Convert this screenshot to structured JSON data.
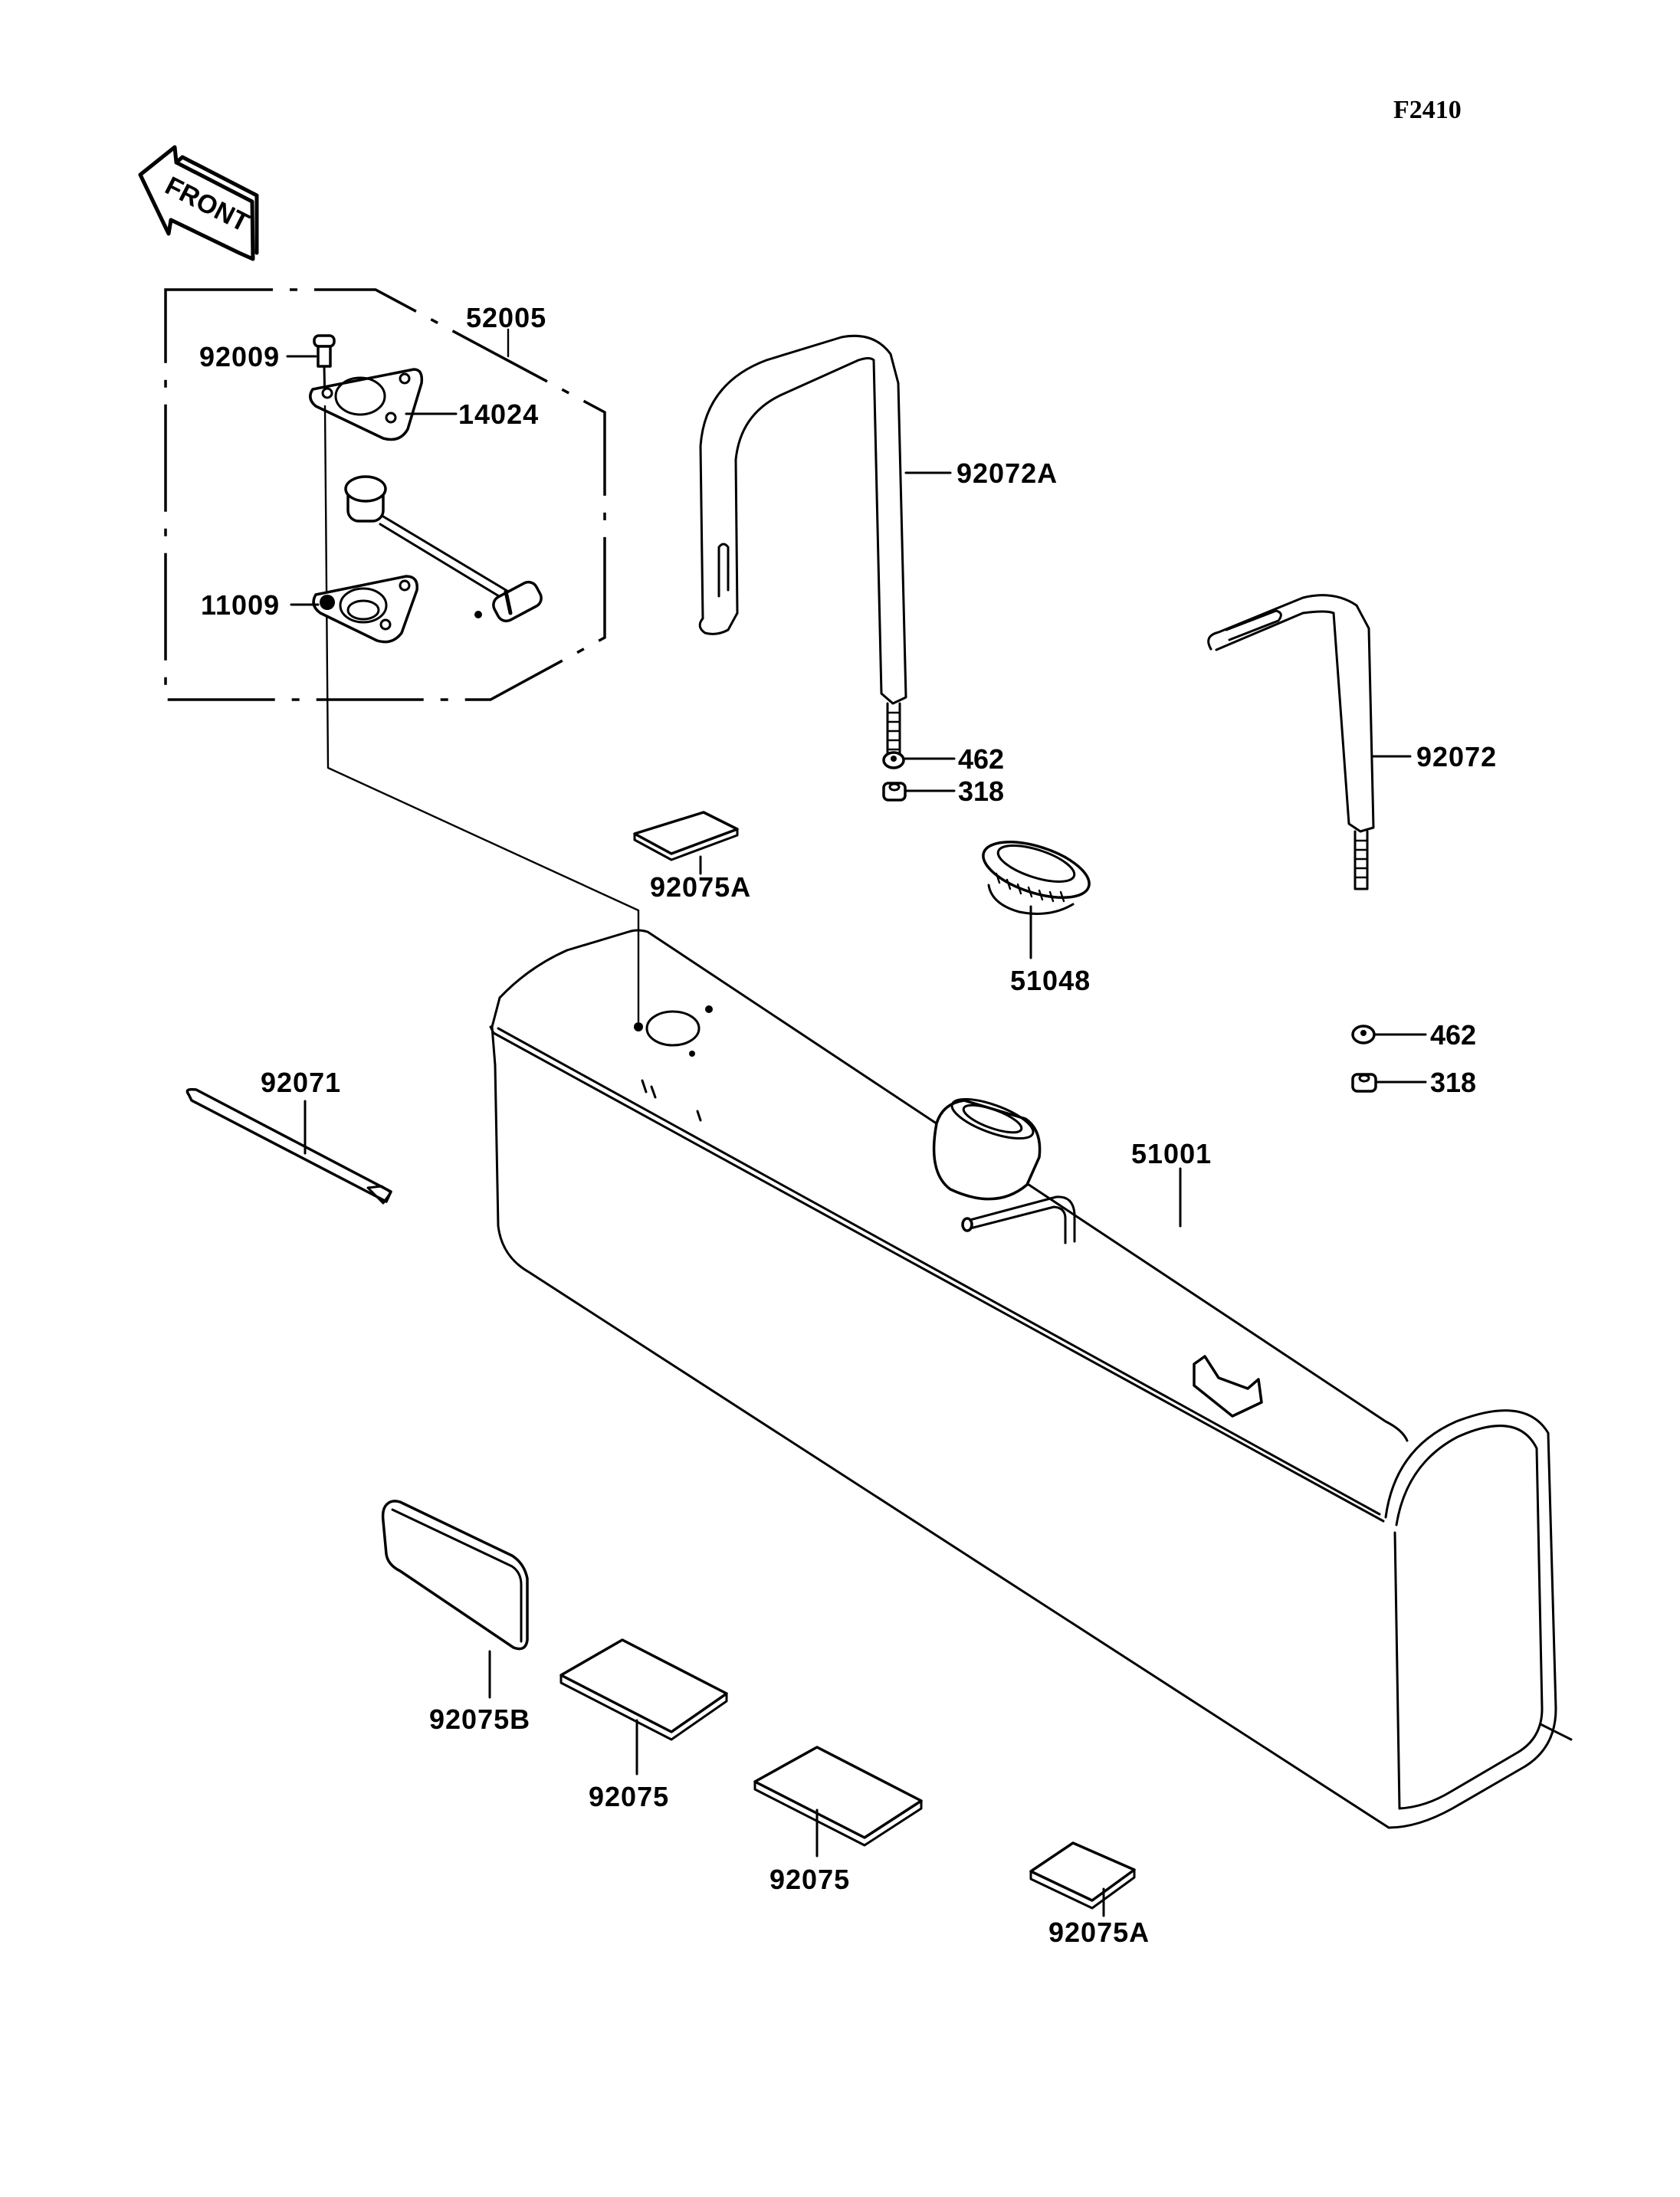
{
  "figure": {
    "id": "F2410",
    "front_indicator": "FRONT"
  },
  "callouts": {
    "assembly_52005": "52005",
    "bolt_92009": "92009",
    "plate_14024": "14024",
    "gasket_11009": "11009",
    "band_92072A": "92072A",
    "washer_462_left": "462",
    "nut_318_left": "318",
    "band_92072": "92072",
    "pad_92075A_top": "92075A",
    "cap_51048": "51048",
    "washer_462_right": "462",
    "nut_318_right": "318",
    "strip_92071": "92071",
    "tank_51001": "51001",
    "pad_92075B": "92075B",
    "pad_92075_1": "92075",
    "pad_92075_2": "92075",
    "pad_92075A_bottom": "92075A"
  }
}
